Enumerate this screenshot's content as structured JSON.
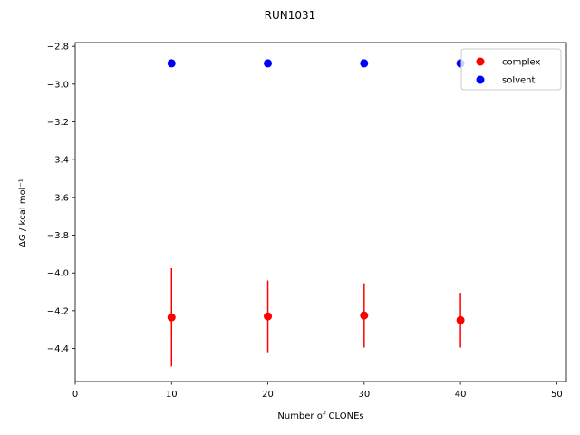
{
  "chart_data": {
    "type": "scatter",
    "title": "RUN1031",
    "xlabel": "Number of CLONEs",
    "ylabel": "ΔG / kcal mol⁻¹",
    "xlim": [
      0,
      51
    ],
    "ylim": [
      -4.575,
      -2.78
    ],
    "xticks": [
      0,
      10,
      20,
      30,
      40,
      50
    ],
    "xtick_labels": [
      "0",
      "10",
      "20",
      "30",
      "40",
      "50"
    ],
    "yticks": [
      -4.4,
      -4.2,
      -4.0,
      -3.8,
      -3.6,
      -3.4,
      -3.2,
      -3.0,
      -2.8
    ],
    "ytick_labels": [
      "−4.4",
      "−4.2",
      "−4.0",
      "−3.8",
      "−3.6",
      "−3.4",
      "−3.2",
      "−3.0",
      "−2.8"
    ],
    "grid": false,
    "legend_position": "top-right",
    "series": [
      {
        "name": "complex",
        "color": "#ff0000",
        "x": [
          10,
          20,
          30,
          40
        ],
        "y": [
          -4.235,
          -4.23,
          -4.225,
          -4.25
        ],
        "yerr": [
          0.26,
          0.19,
          0.17,
          0.145
        ]
      },
      {
        "name": "solvent",
        "color": "#0000ff",
        "x": [
          10,
          20,
          30,
          40
        ],
        "y": [
          -2.89,
          -2.89,
          -2.89,
          -2.89
        ],
        "yerr": [
          0.01,
          0.005,
          0.005,
          0.005
        ]
      }
    ]
  }
}
